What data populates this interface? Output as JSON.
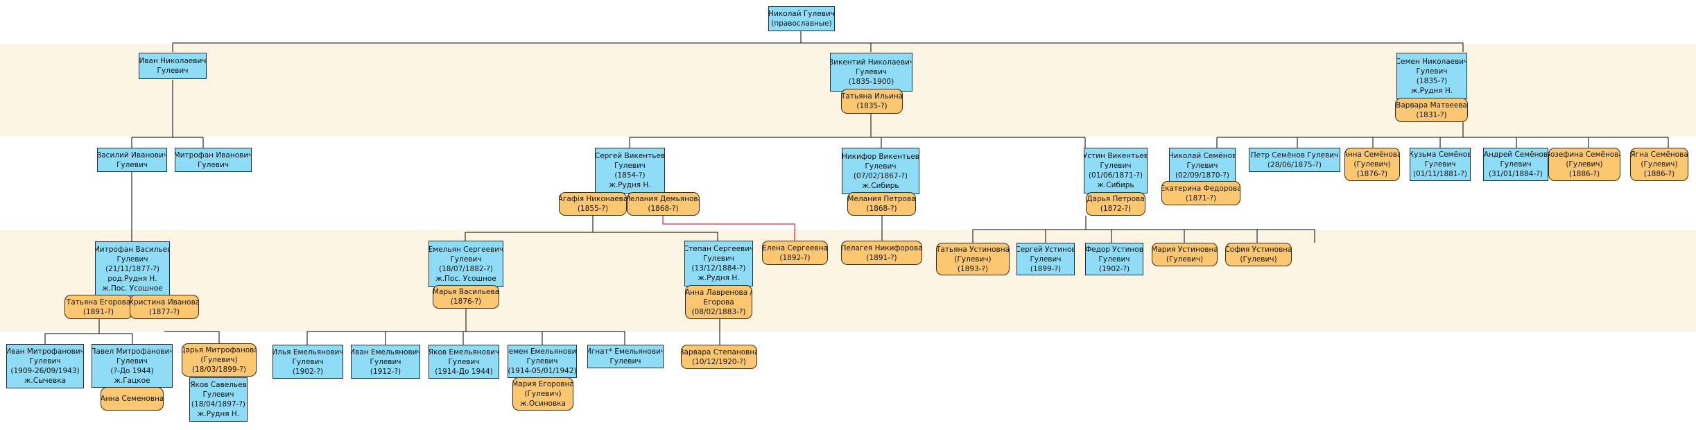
{
  "persons": {
    "nikolay": [
      "Николай Гулевич",
      "(православные)"
    ],
    "ivan": [
      "Иван Николаевич",
      "Гулевич"
    ],
    "vikentiy": [
      "Викентий Николаевич",
      "Гулевич",
      "(1835-1900)"
    ],
    "tatyana_ilyina": [
      "Татьяна Ильина",
      "(1835-?)"
    ],
    "semen": [
      "Семен Николаевич",
      "Гулевич",
      "(1835-?)",
      "ж.Рудня Н."
    ],
    "varvara_matveeva": [
      "Варвара Матвеева",
      "(1831-?)"
    ],
    "vasiliy": [
      "Василий Иванович",
      "Гулевич"
    ],
    "mitrofan_iv": [
      "Митрофан Иванович",
      "Гулевич"
    ],
    "sergey": [
      "Сергей Викентьев",
      "Гулевич",
      "(1854-?)",
      "ж.Рудня Н."
    ],
    "agafia": [
      "Агафія Никонаева",
      "(1855-?)"
    ],
    "melania_d": [
      "Мелания Демьянова",
      "(1868-?)"
    ],
    "nikifor": [
      "Никифор Викентьев",
      "Гулевич",
      "(07/02/1867-?)",
      "ж.Сибирь"
    ],
    "melania_p": [
      "Мелания Петрова",
      "(1868-?)"
    ],
    "ustin": [
      "Устин Викентьев",
      "Гулевич",
      "(01/06/1871-?)",
      "ж.Сибирь"
    ],
    "darya_p": [
      "Дарья Петрова",
      "(1872-?)"
    ],
    "nikolay_s": [
      "Николай Семёнов",
      "Гулевич",
      "(02/09/1870-?)"
    ],
    "ekaterina": [
      "Екатерина Федорова",
      "(1871-?)"
    ],
    "petr": [
      "Петр Семёнов Гулевич",
      "(28/06/1875-?)"
    ],
    "anna_s": [
      "Анна Семёнова",
      "(Гулевич)",
      "(1876-?)"
    ],
    "kuzma": [
      "Кузьма Семёнов",
      "Гулевич",
      "(01/11/1881-?)"
    ],
    "andrey": [
      "Андрей Семёнов",
      "Гулевич",
      "(31/01/1884-?)"
    ],
    "zozefina": [
      "Зозефина Семёнова",
      "(Гулевич)",
      "(1886-?)"
    ],
    "yagna": [
      "Ягна Семёнова",
      "(Гулевич)",
      "(1886-?)"
    ],
    "mitrofan_v": [
      "Митрофан Васильев",
      "Гулевич",
      "(21/11/1877-?)",
      "род.Рудня Н.",
      "ж.Пос. Усошное"
    ],
    "tatyana_eg": [
      "Татьяна Егорова",
      "(1891-?)"
    ],
    "kristina": [
      "Христина Иванова",
      "(1877-?)"
    ],
    "emelyan": [
      "Емельян Сергеевич",
      "Гулевич",
      "(18/07/1882-?)",
      "ж.Пос. Усошное"
    ],
    "marya_v": [
      "Марья Васильева",
      "(1876-?)"
    ],
    "stepan": [
      "Степан Сергеевич",
      "Гулевич",
      "(13/12/1884-?)",
      "ж.Рудня Н."
    ],
    "anna_l": [
      "Анна Лавренова /",
      "Егорова",
      "(08/02/1883-?)"
    ],
    "elena": [
      "Елена Сергеевна",
      "(1892-?)"
    ],
    "pelageya": [
      "Пелагея Никифорова",
      "(1891-?)"
    ],
    "tatyana_u": [
      "Татьяна Устиновна",
      "(Гулевич)",
      "(1893-?)"
    ],
    "sergey_u": [
      "Сергей Устинов",
      "Гулевич",
      "(1899-?)"
    ],
    "fedor_u": [
      "Федор Устинов",
      "Гулевич",
      "(1902-?)"
    ],
    "mariya_u": [
      "Мария Устиновна",
      "(Гулевич)"
    ],
    "sofiya_u": [
      "София Устиновна",
      "(Гулевич)"
    ],
    "ivan_m": [
      "Иван Митрофанович",
      "Гулевич",
      "(1909-26/09/1943)",
      "ж.Сычевка"
    ],
    "pavel": [
      "Павел Митрофанович",
      "Гулевич",
      "(?-До 1944)",
      "ж.Гацкое"
    ],
    "anna_sem": [
      "Анна Семеновна"
    ],
    "darya_m": [
      "Дарья Митрофанова",
      "(Гулевич)",
      "(18/03/1899-?)"
    ],
    "yakov_s": [
      "Яков Савельев",
      "Гулевич",
      "(18/04/1897-?)",
      "ж.Рудня Н."
    ],
    "ilya": [
      "Илья Емельянович",
      "Гулевич",
      "(1902-?)"
    ],
    "ivan_e": [
      "Иван Емельянович",
      "Гулевич",
      "(1912-?)"
    ],
    "yakov_e": [
      "Яков Емельянович",
      "Гулевич",
      "(1914-До 1944)"
    ],
    "semen_e": [
      "Семен Емельянович",
      "Гулевич",
      "(1914-05/01/1942)"
    ],
    "mariya_eg": [
      "Мария Егоровна",
      "(Гулевич)",
      "ж.Осиновка"
    ],
    "ignat": [
      "Игнат* Емельянович",
      "Гулевич"
    ],
    "varvara_st": [
      "Варвара Степановна",
      "(10/12/1920-?)"
    ]
  },
  "colors": {
    "male": "#8fdcf6",
    "female": "#fbc871",
    "band": "#fdf5e4",
    "line": "#000000",
    "highlight_line": "#cc0000"
  }
}
